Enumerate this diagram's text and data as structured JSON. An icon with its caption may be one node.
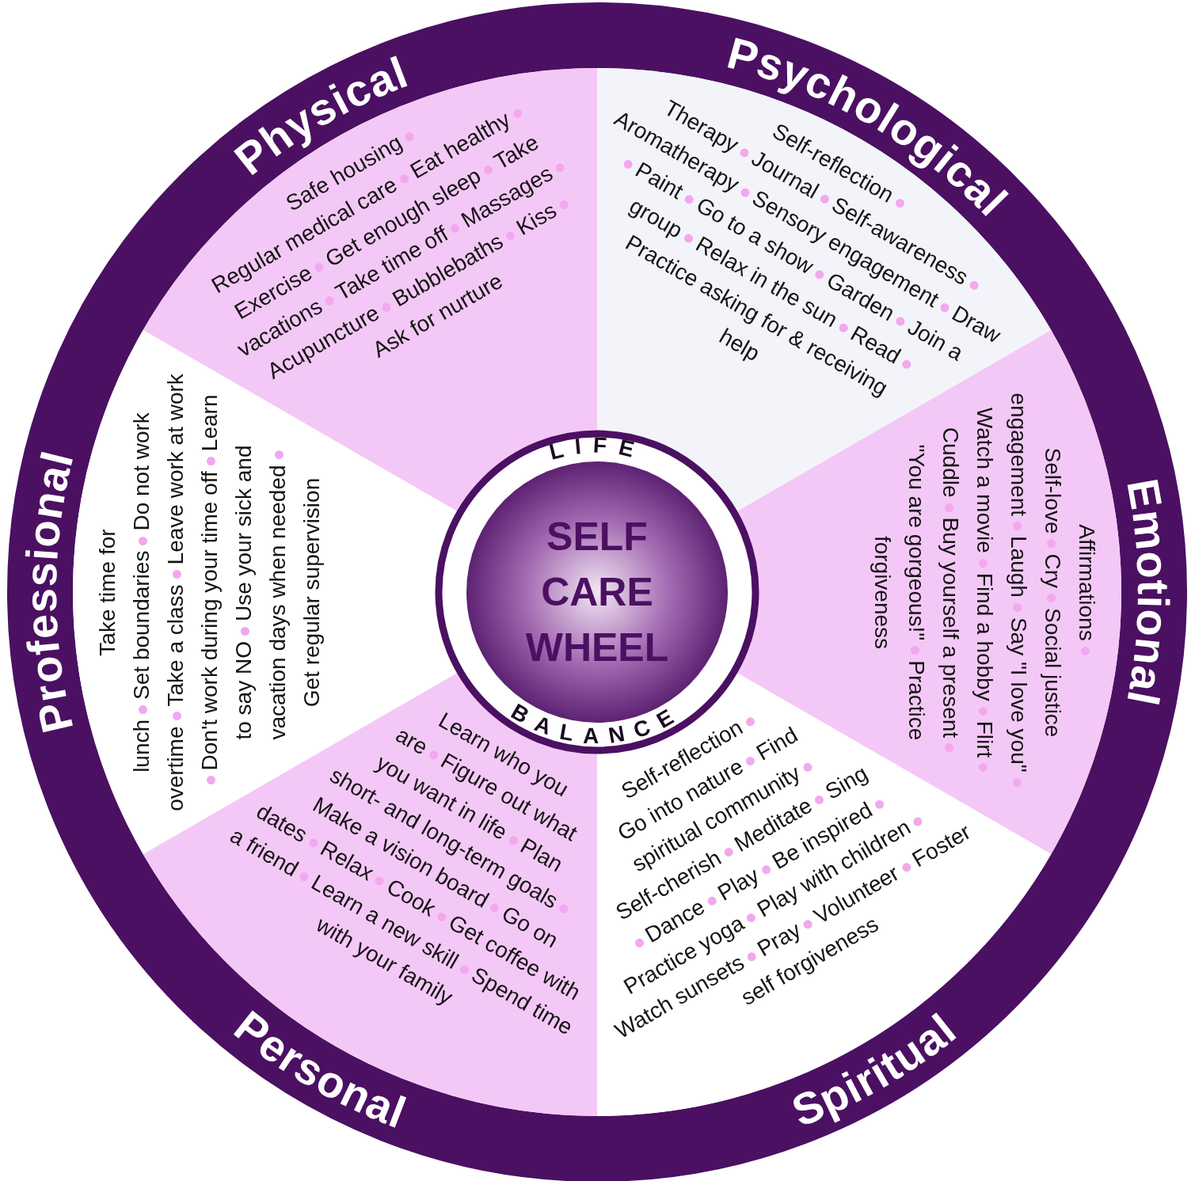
{
  "diagram": {
    "nodes": [
      {
        "text": [
          "Physical",
          "Safe housing",
          "Regular medical care",
          "Eat healthy",
          "Exercise",
          "Get enough sleep",
          "Take vacations",
          "Take time off",
          "Massages",
          "Acupuncture",
          "Bubblebaths",
          "Kiss",
          "Ask for nurture"
        ]
      },
      {
        "text": [
          "Psychological",
          "Self-reflection",
          "Therapy",
          "Journal",
          "Self-awareness",
          "Aromatherapy",
          "Sensory engagement",
          "Draw",
          "Paint",
          "Go to a show",
          "Garden",
          "Join a group",
          "Relax in the sun",
          "Read",
          "Practice asking for & receiving help"
        ]
      },
      {
        "text": [
          "Emotional",
          "Affirmations",
          "Self-love",
          "Cry",
          "Social justice engagement",
          "Laugh",
          "Say \"I love you\"",
          "Watch a movie",
          "Find a hobby",
          "Flirt",
          "Cuddle",
          "Buy yourself a present",
          "\"You are gorgeous!\"",
          "Practice forgiveness"
        ]
      },
      {
        "text": [
          "Spiritual",
          "Self-reflection",
          "Go into nature",
          "Find spiritual community",
          "Self-cherish",
          "Meditate",
          "Sing",
          "Dance",
          "Play",
          "Be inspired",
          "Practice yoga",
          "Play with children",
          "Watch sunsets",
          "Pray",
          "Volunteer",
          "Foster self forgiveness"
        ]
      },
      {
        "text": [
          "Personal",
          "Learn who you are",
          "Figure out what you want in life",
          "Plan short- and long-term goals",
          "Make a vision board",
          "Go on dates",
          "Relax",
          "Cook",
          "Get coffee with a friend",
          "Learn a new skill",
          "Spend time with your family"
        ]
      },
      {
        "text": [
          "Professional",
          "Take time for lunch",
          "Set boundaries",
          "Do not work overtime",
          "Take a class",
          "Leave work at work",
          "Don't work during your time off",
          "Learn to say NO",
          "Use your sick and vacation days when needed",
          "Get regular supervision"
        ]
      },
      {
        "text": [
          "LIFE",
          "SELF CARE WHEEL",
          "BALANCE"
        ]
      }
    ]
  }
}
